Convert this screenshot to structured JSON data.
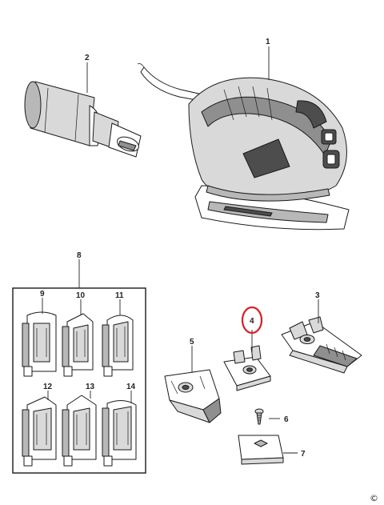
{
  "callouts": {
    "c1": "1",
    "c2": "2",
    "c3": "3",
    "c4": "4",
    "c5": "5",
    "c6": "6",
    "c7": "7",
    "c8": "8",
    "c9": "9",
    "c10": "10",
    "c11": "11",
    "c12": "12",
    "c13": "13",
    "c14": "14"
  },
  "copyright": "©",
  "highlight_color": "#d62020"
}
